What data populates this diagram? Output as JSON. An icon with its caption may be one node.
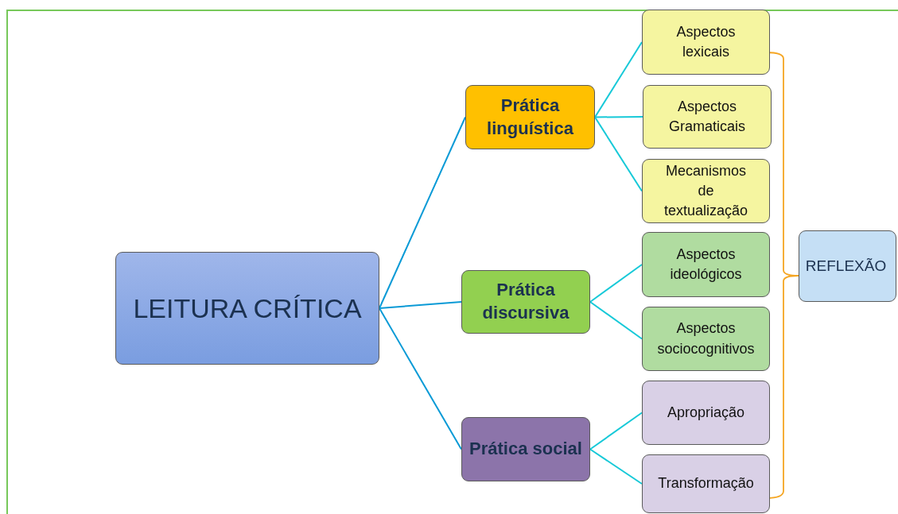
{
  "diagram": {
    "nodes": [
      {
        "text": [
          "LEITURA CRÍTICA"
        ]
      },
      {
        "text": [
          "Prática linguística"
        ]
      },
      {
        "text": [
          "Aspectos lexicais"
        ]
      },
      {
        "text": [
          "Aspectos Gramaticais"
        ]
      },
      {
        "text": [
          "Mecanismos de textualização"
        ]
      },
      {
        "text": [
          "Prática discursiva"
        ]
      },
      {
        "text": [
          "Aspectos ideológicos"
        ]
      },
      {
        "text": [
          "Aspectos sociocognitivos"
        ]
      },
      {
        "text": [
          "Prática social"
        ]
      },
      {
        "text": [
          "Apropriação"
        ]
      },
      {
        "text": [
          "Transformação"
        ]
      },
      {
        "text": [
          "REFLEXÃO"
        ]
      }
    ],
    "edges": [
      {
        "from": 0,
        "to": 1,
        "arrow": "none",
        "color": "#0a9ad6"
      },
      {
        "from": 0,
        "to": 5,
        "arrow": "none",
        "color": "#0a9ad6"
      },
      {
        "from": 0,
        "to": 8,
        "arrow": "none",
        "color": "#0a9ad6"
      },
      {
        "from": 1,
        "to": 2,
        "arrow": "none"
      },
      {
        "from": 1,
        "to": 3,
        "arrow": "none"
      },
      {
        "from": 1,
        "to": 4,
        "arrow": "none"
      },
      {
        "from": 5,
        "to": 6,
        "arrow": "none"
      },
      {
        "from": 5,
        "to": 7,
        "arrow": "none"
      },
      {
        "from": 8,
        "to": 9,
        "arrow": "none"
      },
      {
        "from": 8,
        "to": 10,
        "arrow": "none"
      }
    ]
  }
}
